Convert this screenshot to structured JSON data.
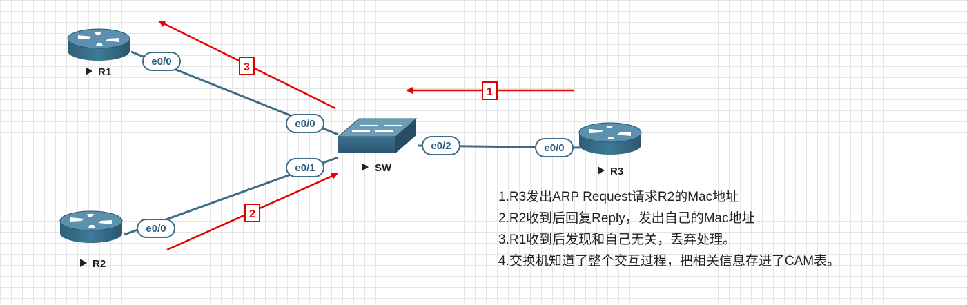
{
  "nodes": {
    "r1": {
      "name": "R1"
    },
    "r2": {
      "name": "R2"
    },
    "r3": {
      "name": "R3"
    },
    "sw": {
      "name": "SW"
    }
  },
  "ports": {
    "r1_e00": "e0/0",
    "sw_e00": "e0/0",
    "sw_e01": "e0/1",
    "r2_e00": "e0/0",
    "sw_e02": "e0/2",
    "r3_e00": "e0/0"
  },
  "steps": {
    "step1": "1",
    "step2": "2",
    "step3": "3"
  },
  "notes": [
    "1.R3发出ARP Request请求R2的Mac地址",
    "2.R2收到后回复Reply，发出自己的Mac地址",
    "3.R1收到后发现和自己无关，丢弃处理。",
    "4.交换机知道了整个交互过程，把相关信息存进了CAM表。"
  ],
  "colors": {
    "link": "#3e6b85",
    "arrow": "#e60000",
    "device": "#3a6f8c"
  }
}
